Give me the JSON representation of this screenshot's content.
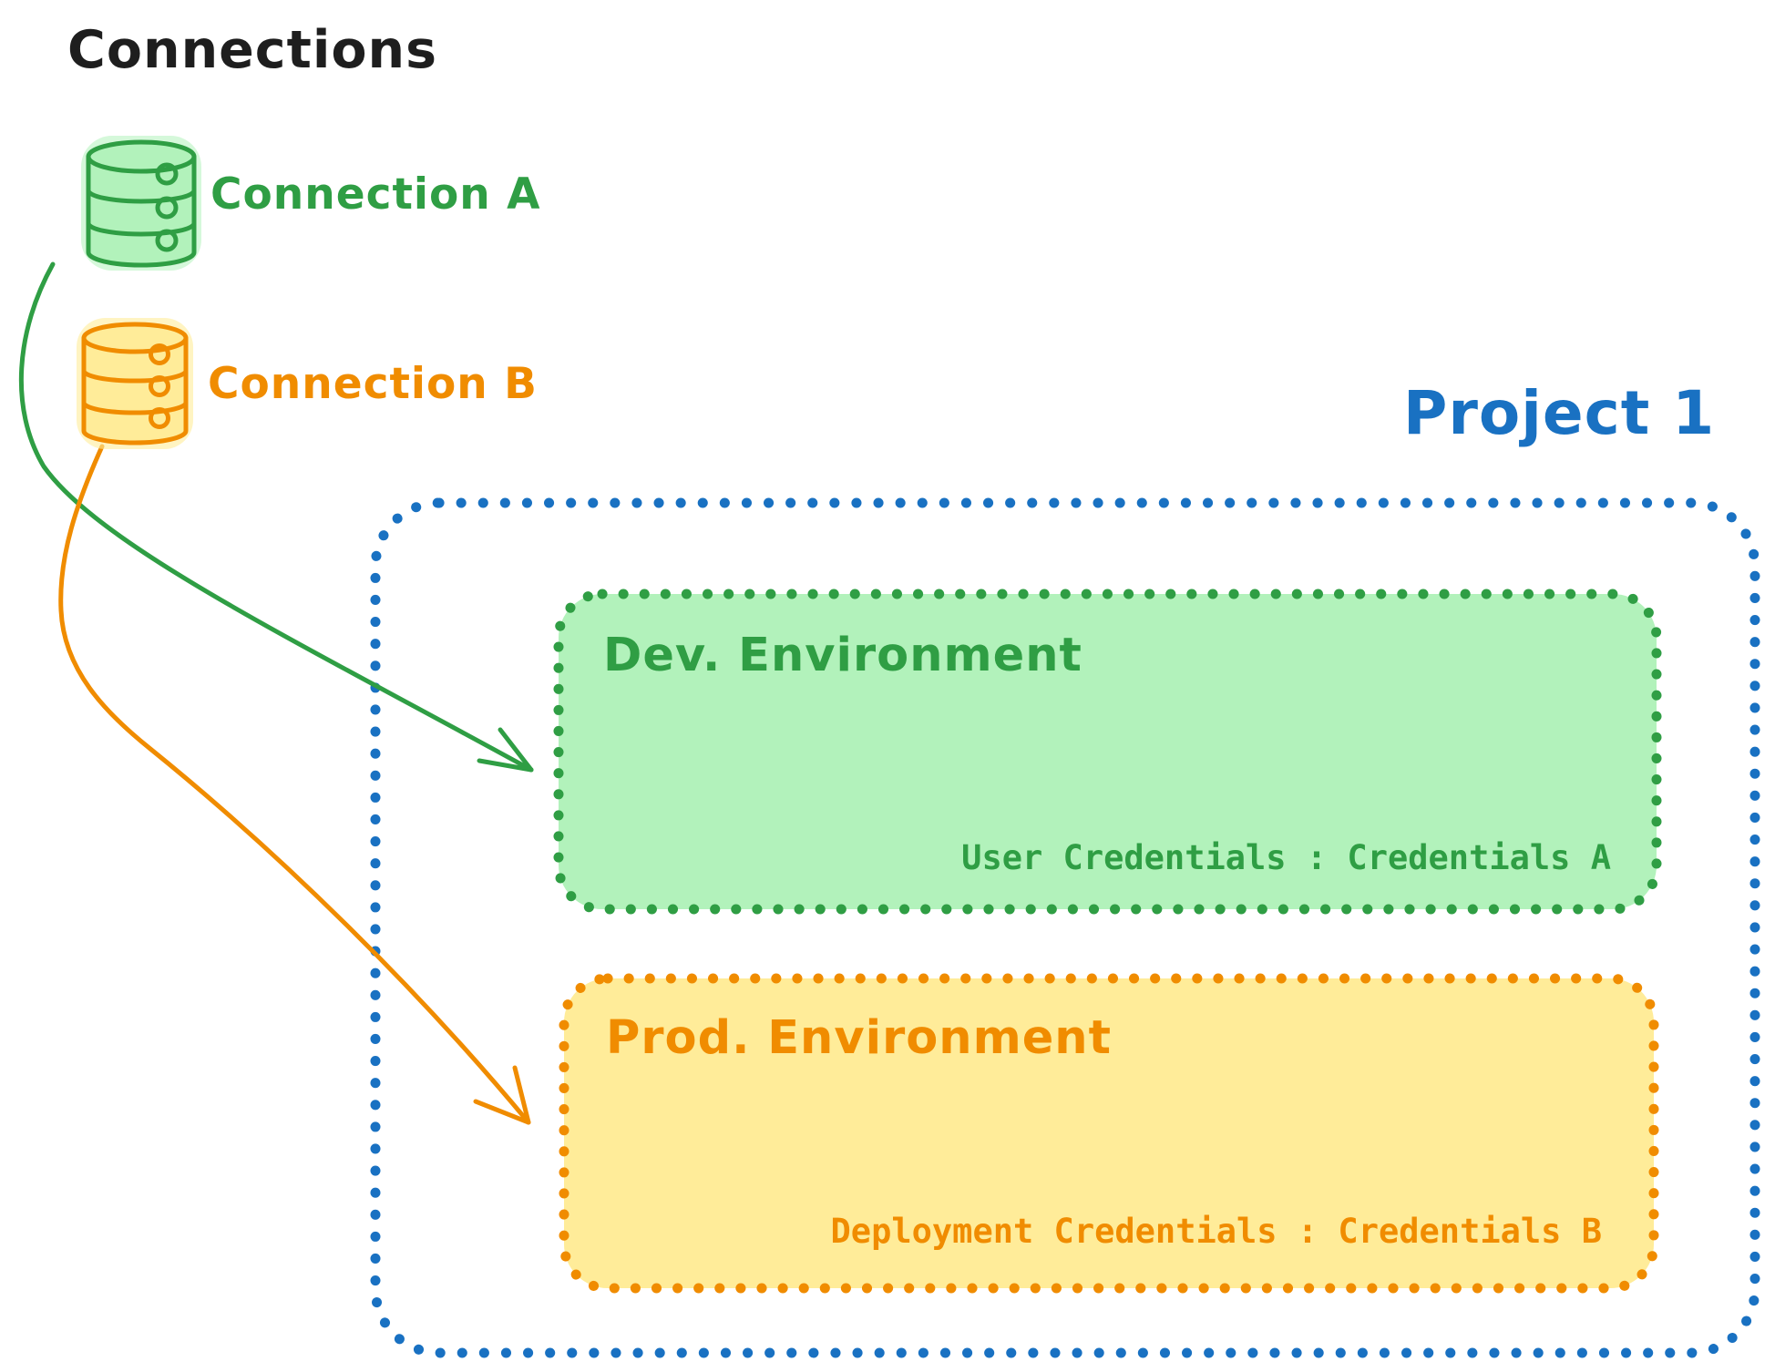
{
  "palette": {
    "background": "#ffffff",
    "text_black": "#1e1e1e",
    "green_stroke": "#2f9e44",
    "green_fill": "#b2f2bb",
    "orange_stroke": "#f08c00",
    "orange_fill": "#ffec99",
    "blue_stroke": "#1971c2"
  },
  "connections": {
    "heading": "Connections",
    "items": [
      {
        "label": "Connection A",
        "icon": "database-cylinder-icon",
        "color": "#2f9e44",
        "fill": "#b2f2bb"
      },
      {
        "label": "Connection B",
        "icon": "database-cylinder-icon",
        "color": "#f08c00",
        "fill": "#ffec99"
      }
    ]
  },
  "project": {
    "title": "Project 1",
    "border_color": "#1971c2",
    "border_style": "dotted",
    "environments": [
      {
        "name": "Dev. Environment",
        "credentials_label": "User Credentials : Credentials A",
        "stroke": "#2f9e44",
        "fill": "#b2f2bb"
      },
      {
        "name": "Prod. Environment",
        "credentials_label": "Deployment Credentials : Credentials B",
        "stroke": "#f08c00",
        "fill": "#ffec99"
      }
    ]
  },
  "arrows": [
    {
      "from": "Connection A",
      "to": "Dev. Environment",
      "color": "#2f9e44"
    },
    {
      "from": "Connection B",
      "to": "Prod. Environment",
      "color": "#f08c00"
    }
  ]
}
